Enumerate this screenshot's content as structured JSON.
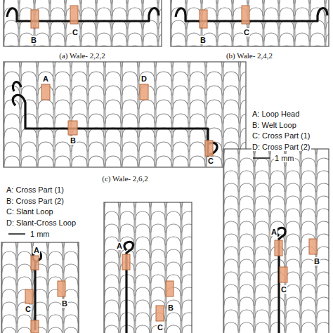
{
  "diagram": {
    "labels": [
      "B",
      "C",
      "(a) Wale- 2,2,2",
      "B",
      "C",
      "(b) Wale- 2,4,2",
      "A",
      "D",
      "B",
      "C",
      "(c) Wale- 2,6,2",
      "A: Loop Head",
      "B: Welt Loop",
      "C: Cross Part (1)",
      "D: Cross Part (2)",
      "1 mm",
      "A: Cross Part (1)",
      "B: Cross Part (2)",
      "C: Slant Loop",
      "D: Slant-Cross Loop",
      "1 mm",
      "A",
      "B",
      "C",
      "A",
      "B",
      "C",
      "A",
      "B",
      "C"
    ]
  }
}
